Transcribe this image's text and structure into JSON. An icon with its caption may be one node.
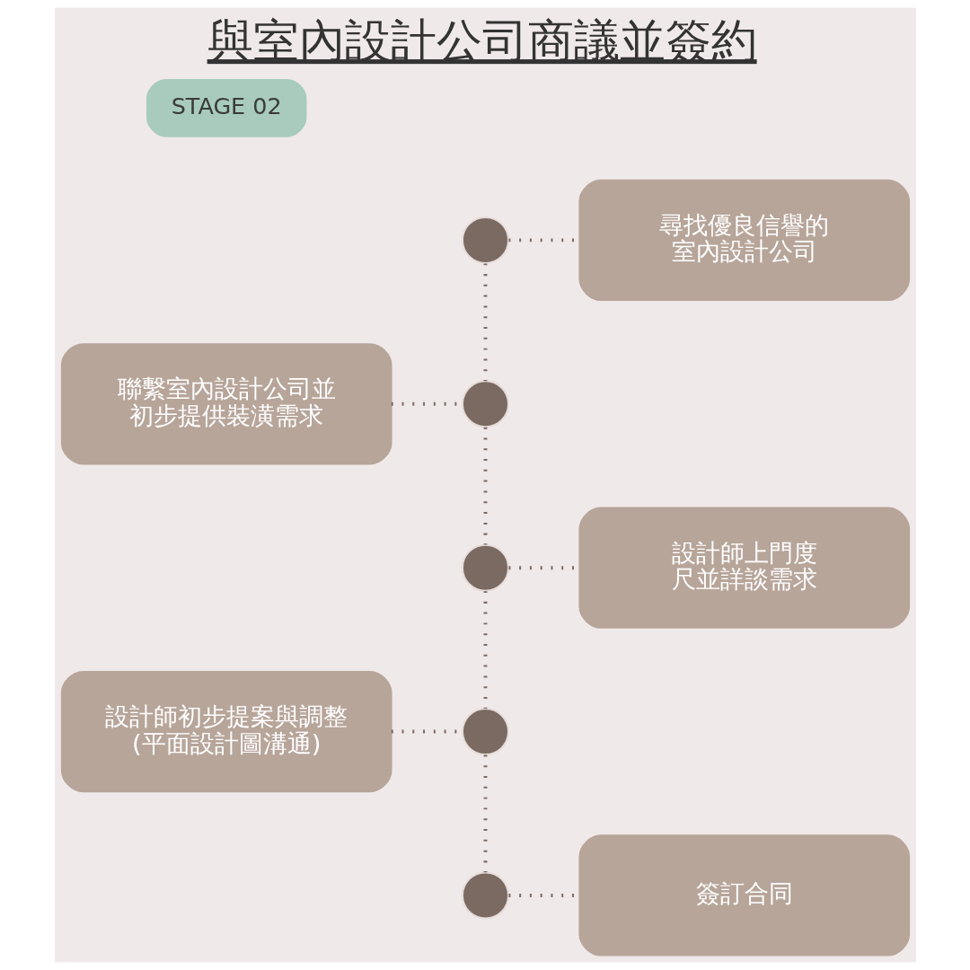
{
  "diagram": {
    "title": "與室內設計公司商議並簽約",
    "nodes": [
      {
        "text": [
          "STAGE 02"
        ]
      },
      {
        "text": [],
        "shape": "circle"
      },
      {
        "text": [
          "尋找優良信譽的室內設計公司"
        ]
      },
      {
        "text": [
          "聯繫室內設計公司並初步提供裝潢需求"
        ]
      },
      {
        "text": [],
        "shape": "circle"
      },
      {
        "text": [],
        "shape": "circle"
      },
      {
        "text": [
          "設計師上門度尺並詳談需求"
        ]
      },
      {
        "text": [
          "設計師初步提案與調整(平面設計圖溝通)"
        ]
      },
      {
        "text": [],
        "shape": "circle"
      },
      {
        "text": [],
        "shape": "circle"
      },
      {
        "text": [
          "簽訂合同"
        ]
      }
    ],
    "edges": [
      {
        "from": 1,
        "to": 2,
        "arrow": "none"
      },
      {
        "from": 1,
        "to": 4,
        "arrow": "none"
      },
      {
        "from": 3,
        "to": 4,
        "arrow": "none"
      },
      {
        "from": 4,
        "to": 5,
        "arrow": "none"
      },
      {
        "from": 5,
        "to": 6,
        "arrow": "none"
      },
      {
        "from": 5,
        "to": 8,
        "arrow": "none"
      },
      {
        "from": 7,
        "to": 8,
        "arrow": "none"
      },
      {
        "from": 8,
        "to": 9,
        "arrow": "none"
      },
      {
        "from": 9,
        "to": 10,
        "arrow": "none"
      }
    ]
  }
}
